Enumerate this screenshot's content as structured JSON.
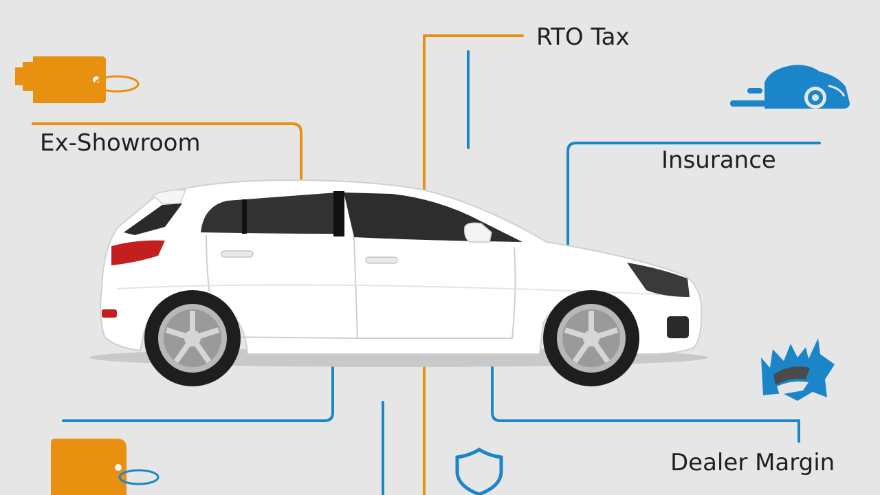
{
  "labels": {
    "ex_showroom": "Ex-Showroom",
    "rto_tax": "RTO Tax",
    "insurance": "Insurance",
    "dealer_margin": "Dealer Margin"
  },
  "colors": {
    "background": "#e6e6e6",
    "orange": "#e8900f",
    "blue": "#1a86c9",
    "car_body": "#ffffff",
    "text": "#1f1f1f"
  },
  "icons": {
    "top_left": "price-tag-icon",
    "top_right": "car-speed-icon",
    "right_middle": "broken-car-icon",
    "bottom_left": "price-tag-icon",
    "bottom_center": "shield-icon"
  }
}
